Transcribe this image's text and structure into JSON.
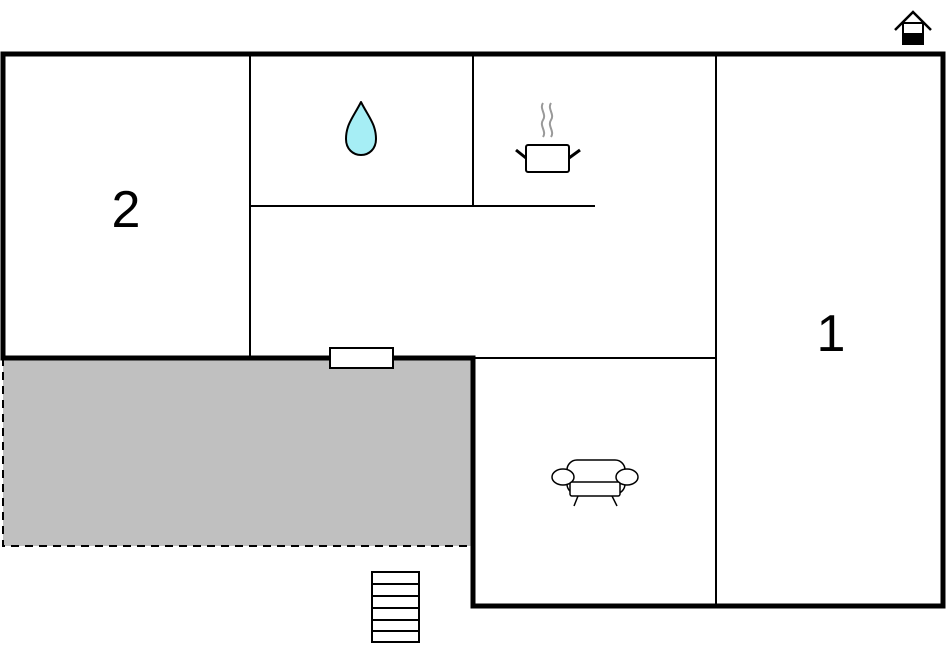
{
  "floorplan": {
    "rooms": [
      {
        "id": "bedroom-2",
        "label": "2"
      },
      {
        "id": "bedroom-1",
        "label": "1"
      },
      {
        "id": "bathroom",
        "icon": "water-drop-icon"
      },
      {
        "id": "kitchen",
        "icon": "cooking-pot-icon"
      },
      {
        "id": "living-room",
        "icon": "sofa-icon"
      },
      {
        "id": "terrace",
        "fill_color": "#c0c0c0"
      }
    ],
    "icons": {
      "corner": "house-icon",
      "entrance": "stairs-icon",
      "door": "door-icon"
    },
    "colors": {
      "walls": "#000000",
      "terrace": "#c0c0c0",
      "water": "#a6eef5"
    }
  }
}
